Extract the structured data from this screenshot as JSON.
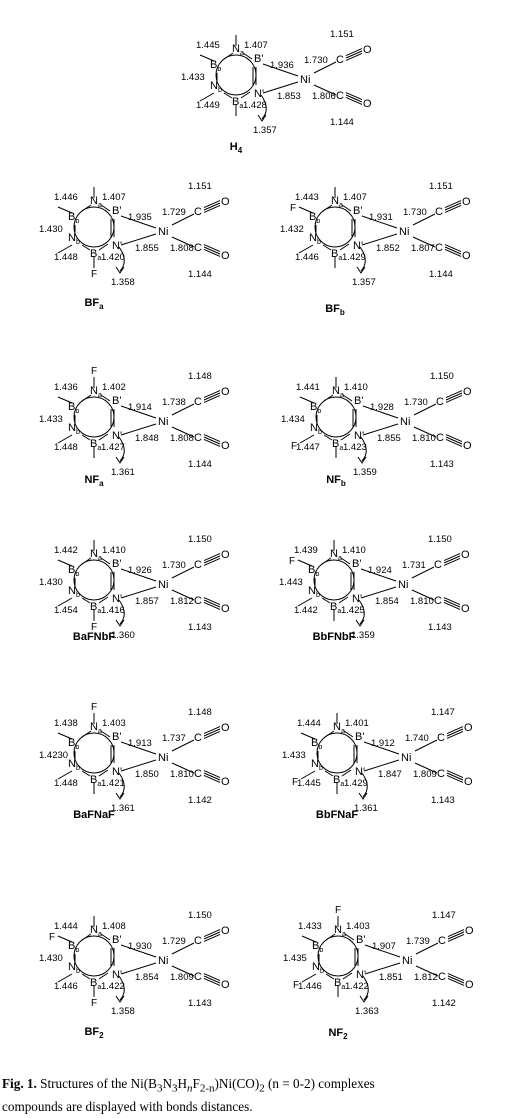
{
  "structures": [
    {
      "name_main": "H",
      "name_sub": "4",
      "NaTop": "",
      "NbLeft": "",
      "BbLeft": "",
      "BaBottom": "",
      "d_BbNa": "1.445",
      "d_NaBp": "1.407",
      "d_BbNb": "1.433",
      "d_NbBa": "1.449",
      "d_BaNp": "1.428",
      "d_BpNi": "1.936",
      "d_NiC1": "1.730",
      "d_CO1": "1.151",
      "d_NpNi": "1.853",
      "d_NiC2": "1.806",
      "d_CO2": "1.144",
      "d_arrow": "1.357"
    },
    {
      "name_main": "BF",
      "name_sub": "a",
      "NaTop": "",
      "NbLeft": "",
      "BbLeft": "",
      "BaBottom": "F",
      "d_BbNa": "1.446",
      "d_NaBp": "1.407",
      "d_BbNb": "1.430",
      "d_NbBa": "1.448",
      "d_BaNp": "1.420",
      "d_BpNi": "1.935",
      "d_NiC1": "1.729",
      "d_CO1": "1.151",
      "d_NpNi": "1.855",
      "d_NiC2": "1.808",
      "d_CO2": "1.144",
      "d_arrow": "1.358"
    },
    {
      "name_main": "BF",
      "name_sub": "b",
      "NaTop": "",
      "NbLeft": "",
      "BbLeft": "F",
      "BaBottom": "",
      "d_BbNa": "1.443",
      "d_NaBp": "1.407",
      "d_BbNb": "1.432",
      "d_NbBa": "1.446",
      "d_BaNp": "1.429",
      "d_BpNi": "1.931",
      "d_NiC1": "1.730",
      "d_CO1": "1.151",
      "d_NpNi": "1.852",
      "d_NiC2": "1.807",
      "d_CO2": "1.144",
      "d_arrow": "1.357"
    },
    {
      "name_main": "NF",
      "name_sub": "a",
      "NaTop": "F",
      "NbLeft": "",
      "BbLeft": "",
      "BaBottom": "",
      "d_BbNa": "1.436",
      "d_NaBp": "1.402",
      "d_BbNb": "1.433",
      "d_NbBa": "1.448",
      "d_BaNp": "1.427",
      "d_BpNi": "1.914",
      "d_NiC1": "1.738",
      "d_CO1": "1.148",
      "d_NpNi": "1.848",
      "d_NiC2": "1.808",
      "d_CO2": "1.144",
      "d_arrow": "1.361"
    },
    {
      "name_main": "NF",
      "name_sub": "b",
      "NaTop": "",
      "NbLeft": "F",
      "BbLeft": "",
      "BaBottom": "",
      "d_BbNa": "1.441",
      "d_NaBp": "1.410",
      "d_BbNb": "1.434",
      "d_NbBa": "1.447",
      "d_BaNp": "1.423",
      "d_BpNi": "1.928",
      "d_NiC1": "1.730",
      "d_CO1": "1.150",
      "d_NpNi": "1.855",
      "d_NiC2": "1.810",
      "d_CO2": "1.143",
      "d_arrow": "1.359"
    },
    {
      "name_main": "BaFNbF",
      "name_sub": "",
      "NaTop": "",
      "NbLeft": "",
      "BbLeft": "",
      "BaBottom": "F",
      "d_BbNa": "1.442",
      "d_NaBp": "1.410",
      "d_BbNb": "1.430",
      "d_NbBa": "1.454",
      "d_BaNp": "1.416",
      "d_BpNi": "1.926",
      "d_NiC1": "1.730",
      "d_CO1": "1.150",
      "d_NpNi": "1.857",
      "d_NiC2": "1.812",
      "d_CO2": "1.143",
      "d_arrow": "1.360"
    },
    {
      "name_main": "BbFNbF",
      "name_sub": "",
      "NaTop": "",
      "NbLeft": "",
      "BbLeft": "F",
      "BaBottom": "",
      "d_BbNa": "1.439",
      "d_NaBp": "1.410",
      "d_BbNb": "1.443",
      "d_NbBa": "1.442",
      "d_BaNp": "1.425",
      "d_BpNi": "1.924",
      "d_NiC1": "1.731",
      "d_CO1": "1.150",
      "d_NpNi": "1.854",
      "d_NiC2": "1.810",
      "d_CO2": "1.143",
      "d_arrow": "1.359"
    },
    {
      "name_main": "BaFNaF",
      "name_sub": "",
      "NaTop": "F",
      "NbLeft": "",
      "BbLeft": "",
      "BaBottom": "",
      "d_BbNa": "1.438",
      "d_NaBp": "1.403",
      "d_BbNb": "1.4230",
      "d_NbBa": "1.448",
      "d_BaNp": "1.421",
      "d_BpNi": "1.913",
      "d_NiC1": "1.737",
      "d_CO1": "1.148",
      "d_NpNi": "1.850",
      "d_NiC2": "1.810",
      "d_CO2": "1.142",
      "d_arrow": "1.361"
    },
    {
      "name_main": "BbFNaF",
      "name_sub": "",
      "NaTop": "",
      "NbLeft": "F",
      "BbLeft": "",
      "BaBottom": "",
      "d_BbNa": "1.444",
      "d_NaBp": "1.401",
      "d_BbNb": "1.433",
      "d_NbBa": "1.445",
      "d_BaNp": "1.429",
      "d_BpNi": "1.912",
      "d_NiC1": "1.740",
      "d_CO1": "1.147",
      "d_NpNi": "1.847",
      "d_NiC2": "1.809",
      "d_CO2": "1.143",
      "d_arrow": "1.361"
    },
    {
      "name_main": "BF",
      "name_sub": "2",
      "NaTop": "",
      "NbLeft": "",
      "BbLeft": "F",
      "BaBottom": "F",
      "d_BbNa": "1.444",
      "d_NaBp": "1.408",
      "d_BbNb": "1.430",
      "d_NbBa": "1.446",
      "d_BaNp": "1.422",
      "d_BpNi": "1.930",
      "d_NiC1": "1.729",
      "d_CO1": "1.150",
      "d_NpNi": "1.854",
      "d_NiC2": "1.809",
      "d_CO2": "1.143",
      "d_arrow": "1.358"
    },
    {
      "name_main": "NF",
      "name_sub": "2",
      "NaTop": "F",
      "NbLeft": "F",
      "BbLeft": "",
      "BaBottom": "",
      "d_BbNa": "1.433",
      "d_NaBp": "1.403",
      "d_BbNb": "1.435",
      "d_NbBa": "1.446",
      "d_BaNp": "1.422",
      "d_BpNi": "1.907",
      "d_NiC1": "1.739",
      "d_CO1": "1.147",
      "d_NpNi": "1.851",
      "d_NiC2": "1.812",
      "d_CO2": "1.142",
      "d_arrow": "1.363"
    }
  ],
  "atom_labels": {
    "N": "N",
    "B": "B",
    "Ni": "Ni",
    "C": "C",
    "O": "O",
    "sub_a": "a",
    "sub_b": "b",
    "prime": "'"
  },
  "caption": {
    "label": "Fig. 1.",
    "line1_pre": "Structures of the Ni(B",
    "line1_s1": "3",
    "line1_m1": "N",
    "line1_s2": "3",
    "line1_m2": "H",
    "line1_s3": "n",
    "line1_m3": "F",
    "line1_s4": "2-n",
    "line1_m4": ")Ni(CO)",
    "line1_s5": "2",
    "line1_post": " (n = 0-2) complexes",
    "line2": "compounds are displayed with bonds distances."
  }
}
